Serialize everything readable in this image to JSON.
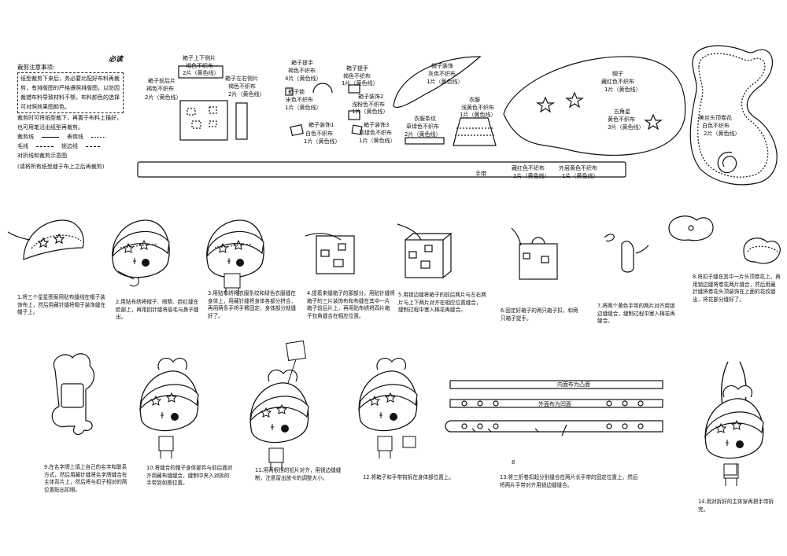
{
  "notes": {
    "title": "裁剪注意事项:",
    "read_mark": "必读",
    "body": "纸型裁剪下来后，务必要比配好布料再裁剪，有排版图的严格遵照排版图，以防因裁错布料导致材料不够。布料颜色的选择可对照效果图颜色。",
    "extra": "裁剪时可将纸型裁下，再置于布料上描好，也可用笔沿出纸型再裁剪。",
    "legend_mark": "裁剪线",
    "legend_mark2": "表情线",
    "legend_stitch": "毛线",
    "legend_stitch2": "锁边线",
    "legend_align": "对折线和裁剪示意图",
    "footer": "(请将所有纸型缝于布上之后再裁剪)"
  },
  "patterns": {
    "box_top_title": "箱子上下侧片",
    "box_top_color": "褐色不织布",
    "box_top_qty": "2片（黄色线）",
    "box_front_title": "箱子前后片",
    "box_front_color": "褐色不织布",
    "box_front_qty": "2片（黄色线）",
    "box_side_title": "箱子左右侧片",
    "box_side_color": "褐色不织布",
    "box_side_qty": "2片（黄色线）",
    "handle_title": "箱子提手",
    "handle_color": "褐色不织布",
    "handle_qty": "4片（黄色线）",
    "buckle_title": "箱子提手",
    "buckle_color": "褐色不织布",
    "buckle_qty": "1片（黄色线）",
    "lock_title": "箱子锁",
    "lock_color": "米色不织布",
    "lock_qty": "1片（黄色线）",
    "deco2_title": "箱子装饰2",
    "deco2_color": "浅粉色不织布",
    "deco2_qty": "1片（黄色线）",
    "deco1_title": "箱子装饰1",
    "deco1_color": "白色不织布",
    "deco1_qty": "1片（黄色线）",
    "deco3_title": "箱子装饰3",
    "deco3_color": "草绿色不织布",
    "deco3_qty": "1片（黄色线）",
    "hat_brim_title": "帽子装饰",
    "hat_brim_color": "灰色不织布",
    "hat_brim_qty": "1片（黄色线）",
    "strap_title": "衣服条纹",
    "strap_color": "草绿色不织布",
    "strap_qty": "2片（黄色线）",
    "skirt_title": "衣服",
    "skirt_color": "浅黄色不织布",
    "skirt_qty": "1片（黄色线）",
    "hat_title": "帽子",
    "hat_color": "藏红色不织布",
    "hat_qty": "1片（黄色线）",
    "star_title": "五角星",
    "star_color": "黄色不织布",
    "star_qty": "3片（黄色线）",
    "flower_title": "美丝头顶卷花",
    "flower_color": "白色不织布",
    "flower_qty": "2片（黄色线）",
    "belt_label": "手带",
    "belt_color1": "藏红色不织布",
    "belt_qty1": "1片（黄色线）",
    "belt_color2": "外层黄色不织布",
    "belt_qty2": "1片（黄色线）"
  },
  "steps": [
    {
      "text": "1.将三个星星图案用贴布缝线在帽子装饰布上，然后用藏针缝将帽子装饰缝在帽子上。"
    },
    {
      "text": "2.用贴布绣将帽子、眼睛、脸红缝在脸部上，再用回针缝将眉毛与鼻子缝出。"
    },
    {
      "text": "3.用贴布绣将衣服条纹和绿色衣服缝在身体上，用藏针缝将身体各部分拼合，再用两条手将手臂固定，身体部分就缝好了。"
    },
    {
      "text": "4.提着来缝箱子的那部分，用贴针缝将箱子的三片装饰布和布缝在其中一片箱子前后片上，再用贴布绣将四片箱子包角缝合在相应位置。"
    },
    {
      "text": "5.用锁边缝将箱子的前后两片与左右两片与上下两片对齐在相应位置缝合，缝制过程中塞入棉花再缝合。"
    },
    {
      "text": "6.固定好箱子的两只箱子扣，和两只箱子提手。"
    },
    {
      "text": "7.将两个黄色手带的两片对齐用锁边缝缝合，缝制过程中塞入棉花再缝合。"
    },
    {
      "text": "8.将扣子缝在其中一片头顶卷花上，再用锁边缝将卷花两片缝合，然后用藏针缝将卷花头顶装饰在上面的花纹缝出，将花部分缝好了。"
    },
    {
      "text": "9.在名字牌上填上自己的名字和联系方式，然后用藏针缝将名字牌缝合在主体背片上，然后将与扣子相对的两位置贴出扣眼。"
    },
    {
      "text": "10.将缝合的帽子身体部件与前后面对齐用藏布缝缝合，缝制中夹入对拆的手带到如图位置。"
    },
    {
      "text": "11.用两根拐的铅片对齐，用锁边缝缝制，注意留出放卡的调整大小。"
    },
    {
      "text": "12.将箱子和手带钩拆在身体部位置上。"
    },
    {
      "text": "13.将三折卷扣起分别缝合在两片长手带的固定位置上，然后将两片手带对齐用锁边缝缝合。"
    },
    {
      "text": "14.用对拆好的主体穿再把手带拆完。"
    }
  ],
  "diagram13": {
    "label_inner": "内面布为凸面",
    "label_outer": "外面布为凹面"
  },
  "page_mark": "6"
}
